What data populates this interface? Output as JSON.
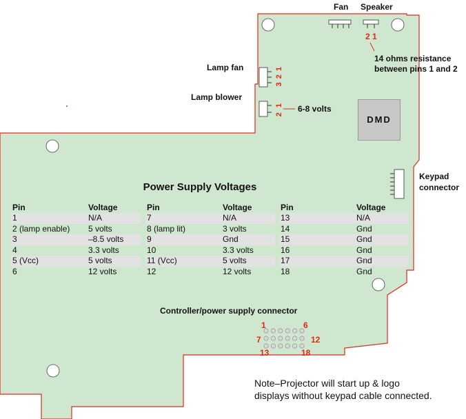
{
  "labels": {
    "fan": "Fan",
    "speaker": "Speaker",
    "speaker_pins": "2  1",
    "speaker_resistance_line1": "14 ohms resistance",
    "speaker_resistance_line2": "between pins 1 and 2",
    "lamp_fan": "Lamp fan",
    "lamp_fan_pins": "3 2 1",
    "lamp_blower": "Lamp blower",
    "lamp_blower_pins": "2 1",
    "lamp_blower_volts": "6-8 volts",
    "dmd": "DMD",
    "keypad_line1": "Keypad",
    "keypad_line2": "connector",
    "controller_connector": "Controller/power supply connector",
    "pin_1": "1",
    "pin_6": "6",
    "pin_7": "7",
    "pin_12": "12",
    "pin_13": "13",
    "pin_18": "18"
  },
  "power_table": {
    "title": "Power Supply Voltages",
    "header_pin": "Pin",
    "header_voltage": "Voltage",
    "columns": [
      [
        {
          "pin": "1",
          "voltage": "N/A"
        },
        {
          "pin": "2 (lamp enable)",
          "voltage": "5 volts"
        },
        {
          "pin": "3",
          "voltage": "–8.5 volts"
        },
        {
          "pin": "4",
          "voltage": "3.3 volts"
        },
        {
          "pin": "5 (Vcc)",
          "voltage": "5 volts"
        },
        {
          "pin": "6",
          "voltage": "12 volts"
        }
      ],
      [
        {
          "pin": "7",
          "voltage": "N/A"
        },
        {
          "pin": "8 (lamp lit)",
          "voltage": "3 volts"
        },
        {
          "pin": "9",
          "voltage": "Gnd"
        },
        {
          "pin": "10",
          "voltage": "3.3 volts"
        },
        {
          "pin": "11 (Vcc)",
          "voltage": "5 volts"
        },
        {
          "pin": "12",
          "voltage": "12 volts"
        }
      ],
      [
        {
          "pin": "13",
          "voltage": "N/A"
        },
        {
          "pin": "14",
          "voltage": "Gnd"
        },
        {
          "pin": "15",
          "voltage": "Gnd"
        },
        {
          "pin": "16",
          "voltage": "Gnd"
        },
        {
          "pin": "17",
          "voltage": "Gnd"
        },
        {
          "pin": "18",
          "voltage": "Gnd"
        }
      ]
    ]
  },
  "note_line1": "Note–Projector will start up & logo",
  "note_line2": "displays without keypad cable connected.",
  "colors": {
    "board": "#cfe6cf",
    "outline": "#e02a1a",
    "pin_number": "#dd2a18",
    "row_stripe": "#e2e2e2"
  }
}
